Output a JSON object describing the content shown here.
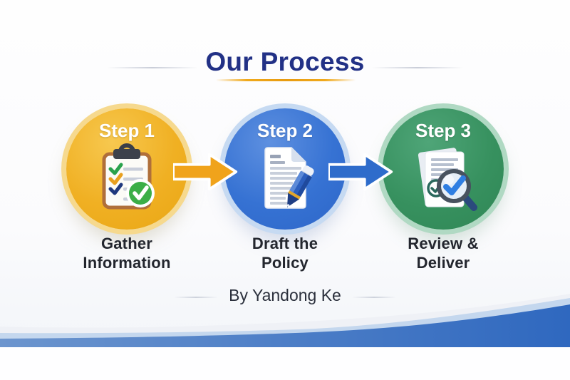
{
  "title": {
    "text": "Our Process"
  },
  "byline": {
    "text": "By Yandong Ke"
  },
  "steps": [
    {
      "badge": "Step 1",
      "label_line1": "Gather",
      "label_line2": "Information",
      "icon": "clipboard-checklist-icon",
      "circle_color": "#F0B023",
      "rim_color": "#F6D98E"
    },
    {
      "badge": "Step 2",
      "label_line1": "Draft the",
      "label_line2": "Policy",
      "icon": "document-pen-icon",
      "circle_color": "#3672D3",
      "rim_color": "#C6DAF2"
    },
    {
      "badge": "Step 3",
      "label_line1": "Review &",
      "label_line2": "Deliver",
      "icon": "papers-magnifier-icon",
      "circle_color": "#37915F",
      "rim_color": "#B0D9C3"
    }
  ],
  "arrows": [
    {
      "name": "arrow-step1-to-step2",
      "direction": "right",
      "color": "#F0A31B"
    },
    {
      "name": "arrow-step2-to-step3",
      "direction": "right",
      "color": "#2E6CCB"
    }
  ],
  "decor": {
    "title_text_color": "#223186",
    "title_underline_color": "#F0A91C",
    "label_text_color": "#23262E",
    "wave_dark_blue": "#2F68BF",
    "wave_light_blue": "#C4D7EE"
  }
}
